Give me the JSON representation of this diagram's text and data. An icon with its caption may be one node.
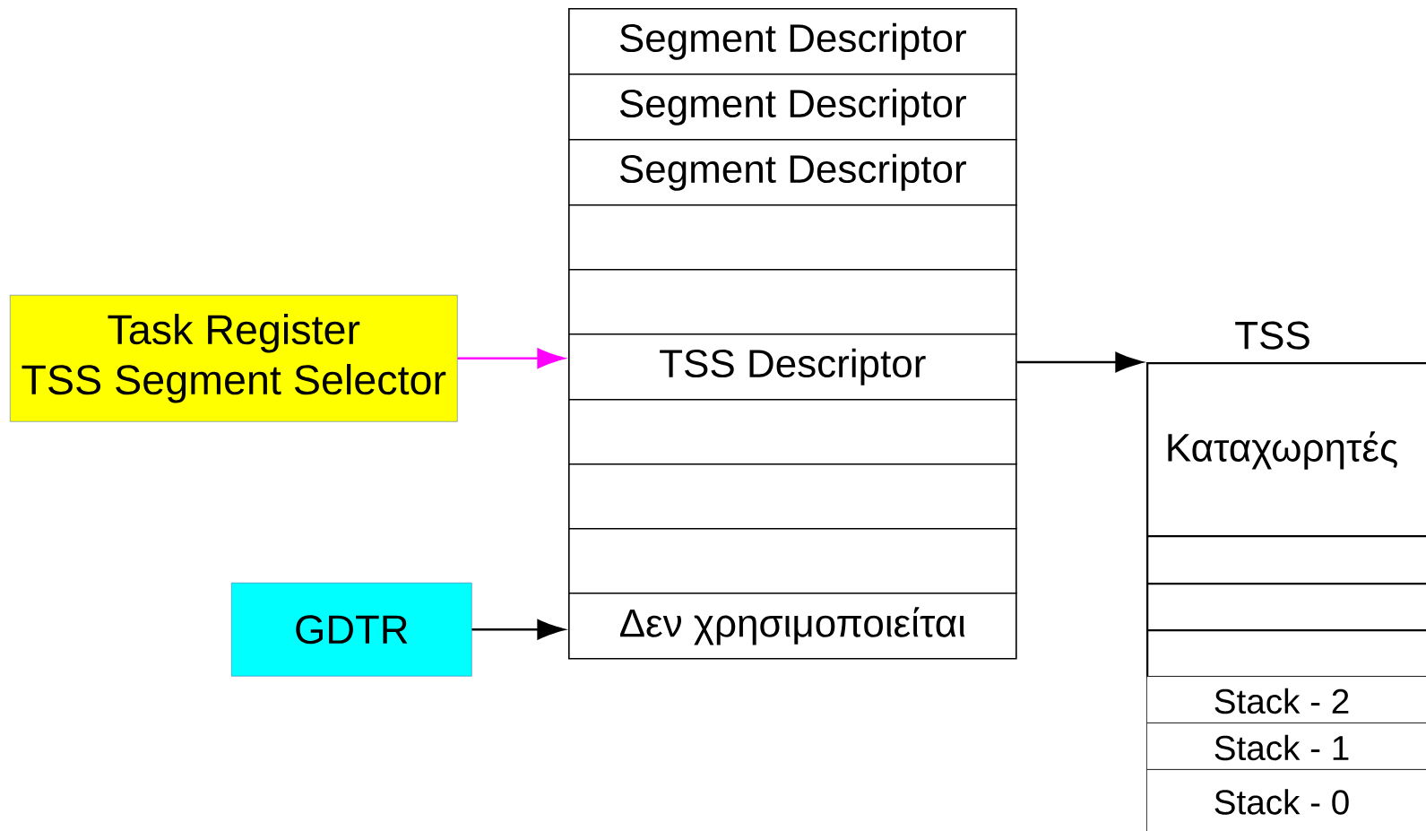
{
  "diagram": {
    "nodes": [
      {
        "text": [
          "Task Register",
          "TSS Segment Selector"
        ]
      },
      {
        "text": [
          "GDTR"
        ]
      },
      {
        "text": [
          "Segment Descriptor"
        ]
      },
      {
        "text": [
          "Segment Descriptor"
        ]
      },
      {
        "text": [
          "Segment Descriptor"
        ]
      },
      {
        "text": [],
        "shape": "box"
      },
      {
        "text": [],
        "shape": "box"
      },
      {
        "text": [
          "TSS Descriptor"
        ]
      },
      {
        "text": [],
        "shape": "box"
      },
      {
        "text": [],
        "shape": "box"
      },
      {
        "text": [],
        "shape": "box"
      },
      {
        "text": [
          "Δεν χρησιμοποιείται"
        ]
      },
      {
        "text": [
          "Καταχωρητές"
        ]
      },
      {
        "text": [],
        "shape": "box"
      },
      {
        "text": [],
        "shape": "box"
      },
      {
        "text": [],
        "shape": "box"
      },
      {
        "text": [
          "Stack - 2"
        ]
      },
      {
        "text": [
          "Stack - 1"
        ]
      },
      {
        "text": [
          "Stack - 0"
        ]
      }
    ],
    "edges": [
      {
        "from": 0,
        "to": 7,
        "arrow": "to",
        "color": "#ff00ff"
      },
      {
        "from": 1,
        "to": 11,
        "arrow": "to"
      },
      {
        "from": 7,
        "to": 12,
        "arrow": "to"
      }
    ],
    "labels": [
      "TSS"
    ]
  }
}
